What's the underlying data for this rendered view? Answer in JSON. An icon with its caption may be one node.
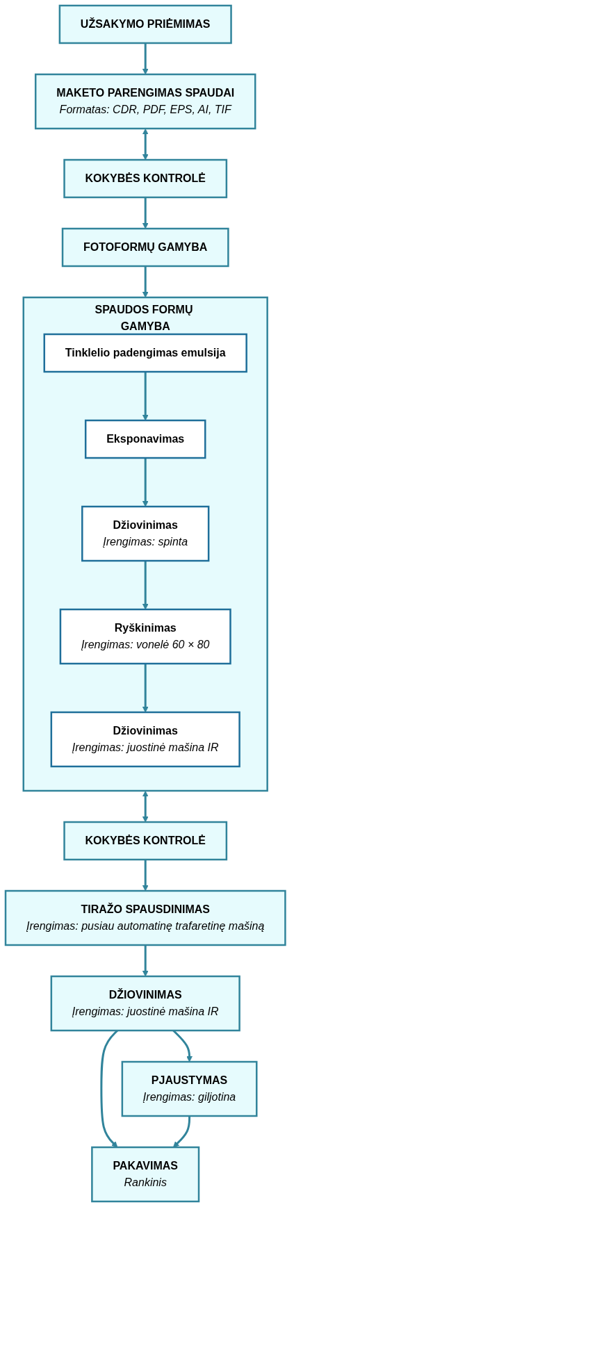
{
  "diagram": {
    "nodes": [
      {
        "text": [
          "UŽSAKYMO PRIĖMIMAS"
        ]
      },
      {
        "text": [
          "MAKETO PARENGIMAS SPAUDAI",
          "Formatas: CDR, PDF, EPS, AI, TIF"
        ]
      },
      {
        "text": [
          "KOKYBĖS KONTROLĖ"
        ]
      },
      {
        "text": [
          "FOTOFORMŲ GAMYBA"
        ]
      },
      {
        "text": [
          "SPAUDOS FORMŲ GAMYBA"
        ]
      },
      {
        "text": [
          "Tinklelio padengimas emulsija"
        ],
        "in": 4
      },
      {
        "text": [
          "Eksponavimas"
        ],
        "in": 4
      },
      {
        "text": [
          "Džiovinimas",
          "Įrengimas: spinta"
        ],
        "in": 4
      },
      {
        "text": [
          "Ryškinimas",
          "Įrengimas: vonelė 60 × 80"
        ],
        "in": 4
      },
      {
        "text": [
          "Džiovinimas",
          "Įrengimas: juostinė mašina IR"
        ],
        "in": 4
      },
      {
        "text": [
          "KOKYBĖS KONTROLĖ"
        ]
      },
      {
        "text": [
          "TIRAŽO SPAUSDINIMAS",
          "Įrengimas: pusiau automatinę trafaretinę mašiną"
        ]
      },
      {
        "text": [
          "DŽIOVINIMAS",
          "Įrengimas: juostinė mašina IR"
        ]
      },
      {
        "text": [
          "PJAUSTYMAS",
          "Įrengimas: giljotina"
        ]
      },
      {
        "text": [
          "PAKAVIMAS",
          "Rankinis"
        ]
      }
    ],
    "edges": [
      {
        "from": 0,
        "to": 1,
        "arrow": "to"
      },
      {
        "from": 1,
        "to": 2,
        "arrow": "both"
      },
      {
        "from": 2,
        "to": 3,
        "arrow": "to"
      },
      {
        "from": 3,
        "to": 4,
        "arrow": "to"
      },
      {
        "from": 5,
        "to": 6,
        "arrow": "to"
      },
      {
        "from": 6,
        "to": 7,
        "arrow": "to"
      },
      {
        "from": 7,
        "to": 8,
        "arrow": "to"
      },
      {
        "from": 8,
        "to": 9,
        "arrow": "to"
      },
      {
        "from": 4,
        "to": 10,
        "arrow": "both"
      },
      {
        "from": 10,
        "to": 11,
        "arrow": "to"
      },
      {
        "from": 11,
        "to": 12,
        "arrow": "to"
      },
      {
        "from": 12,
        "to": 14,
        "arrow": "to"
      },
      {
        "from": 12,
        "to": 13,
        "arrow": "to"
      },
      {
        "from": 13,
        "to": 14,
        "arrow": "to"
      }
    ]
  }
}
